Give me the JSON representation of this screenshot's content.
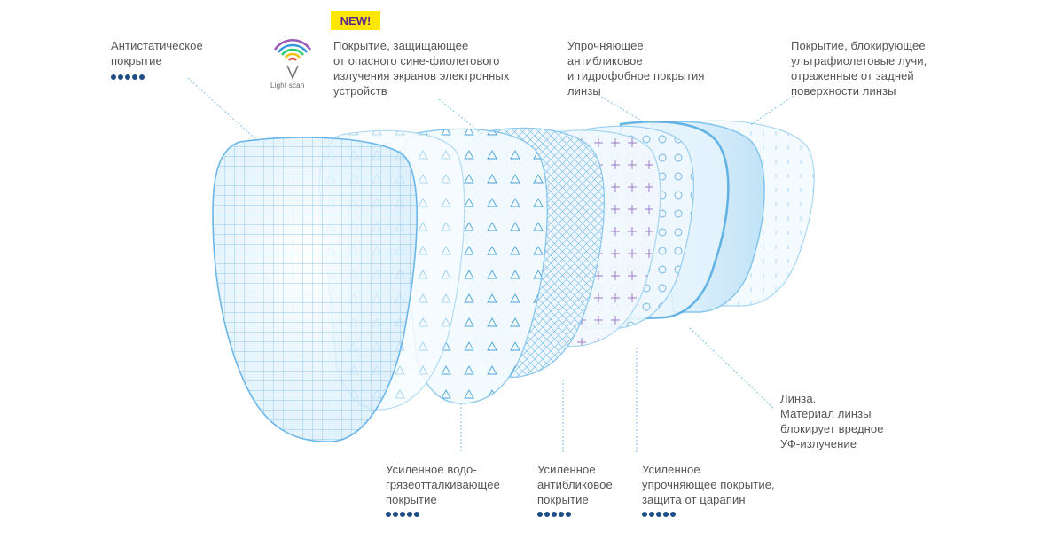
{
  "badge": {
    "text": "NEW!"
  },
  "logo": {
    "text": "Light scan",
    "icon": "rainbow-wifi-icon"
  },
  "labels": {
    "antistatic": "Антистатическое\nпокрытие",
    "blue_violet": "Покрытие, защищающее\nот опасного сине-фиолетового\nизлучения экранов электронных\nустройств",
    "hardening": "Упрочняющее,\nантибликовое\nи гидрофобное покрытия\nлинзы",
    "uv_back": "Покрытие, блокирующее\nультрафиолетовые лучи,\nотраженные от задней\nповерхности линзы",
    "lens": "Линза.\nМатериал линзы\nблокирует вредное\nУФ-излучение",
    "water_repellent": "Усиленное водо-\nгрязеотталкивающее\nпокрытие",
    "antireflective": "Усиленное\nантибликовое\nпокрытие",
    "scratch": "Усиленное\nупрочняющее покрытие,\nзащита от царапин"
  },
  "colors": {
    "dots": "#1f4e86",
    "badge_bg": "#ffe600",
    "badge_text": "#5b2b8c",
    "lens_edge": "#7fc3ef",
    "lens_fill": "#dff1fc",
    "leader": "#79bfe6",
    "cross": "#a07cc8"
  }
}
